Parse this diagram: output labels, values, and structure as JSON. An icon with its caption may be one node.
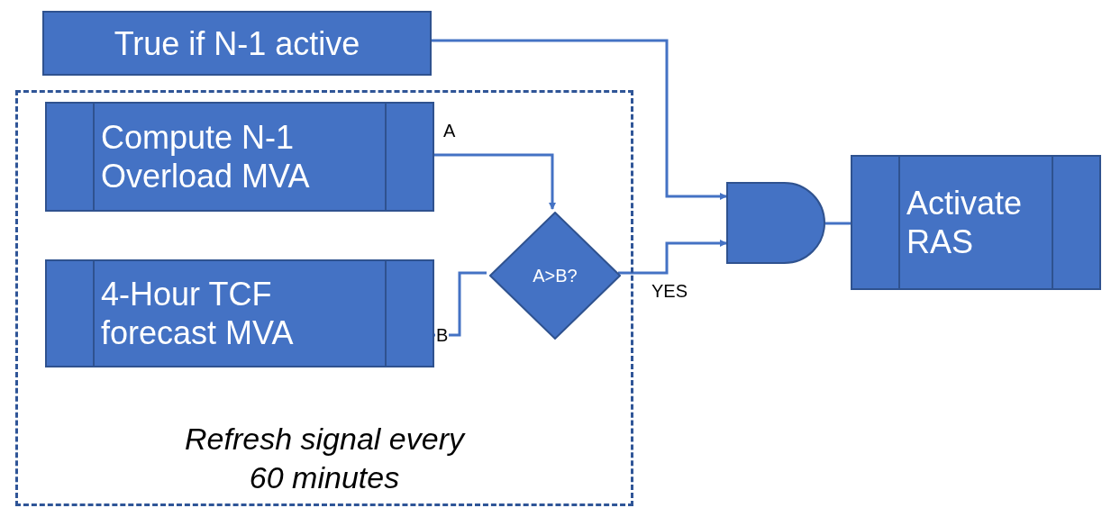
{
  "diagram": {
    "nodes": [
      {
        "text": [
          "True if N-1 active"
        ]
      },
      {
        "text": [
          "Refresh signal every 60 minutes"
        ]
      },
      {
        "text": [
          "Compute N-1 Overload MVA"
        ],
        "in": 1
      },
      {
        "text": [
          "4-Hour TCF forecast MVA"
        ],
        "in": 1
      },
      {
        "text": [
          "A>B?"
        ],
        "in": 1
      },
      {
        "text": [],
        "shape": "gate"
      },
      {
        "text": [
          "Activate RAS"
        ]
      }
    ],
    "edges": [
      {
        "from": 0,
        "to": 5,
        "arrow": "to"
      },
      {
        "from": 2,
        "to": 4,
        "arrow": "to",
        "label": "A"
      },
      {
        "from": 3,
        "to": 4,
        "arrow": "none",
        "label": "B"
      },
      {
        "from": 4,
        "to": 5,
        "arrow": "to",
        "label": "YES"
      },
      {
        "from": 5,
        "to": 6,
        "arrow": "none"
      }
    ]
  }
}
